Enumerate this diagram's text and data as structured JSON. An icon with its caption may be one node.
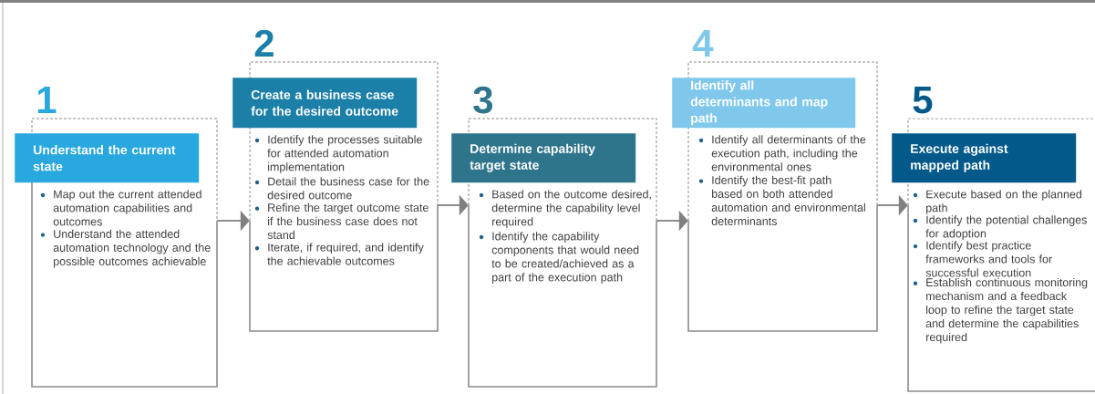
{
  "diagram": {
    "nodes": [
      {
        "text": [
          "1",
          "Understand the current state",
          "Map out the current attended automation capabilities and outcomes",
          "Understand the attended automation technology and the possible outcomes achievable"
        ]
      },
      {
        "text": [
          "2",
          "Create a business case for the desired outcome",
          "Identify the processes suitable for attended automation implementation",
          "Detail the business case for the desired outcome",
          "Refine the target outcome state if the business case does not stand",
          "Iterate, if required, and identify the achievable outcomes"
        ]
      },
      {
        "text": [
          "3",
          "Determine capability target state",
          "Based on the outcome desired, determine the capability level required",
          "Identify the capability components that would need to be created/achieved as a part of the execution path"
        ]
      },
      {
        "text": [
          "4",
          "Identify all determinants and map path",
          "Identify all determinants of the execution path, including the environmental ones",
          "Identify the best-fit path based on both attended automation and environmental determinants"
        ]
      },
      {
        "text": [
          "5",
          "Execute against mapped path",
          "Execute based on the planned path",
          "Identify the potential challenges for adoption",
          "Identify best practice frameworks and tools for successful execution",
          "Establish continuous monitoring mechanism and a feedback loop to refine the target state and determine the capabilities required"
        ]
      }
    ],
    "edges": [
      {
        "from": 0,
        "to": 1,
        "arrow": "to"
      },
      {
        "from": 1,
        "to": 2,
        "arrow": "to"
      },
      {
        "from": 2,
        "to": 3,
        "arrow": "to"
      },
      {
        "from": 3,
        "to": 4,
        "arrow": "to"
      }
    ]
  }
}
